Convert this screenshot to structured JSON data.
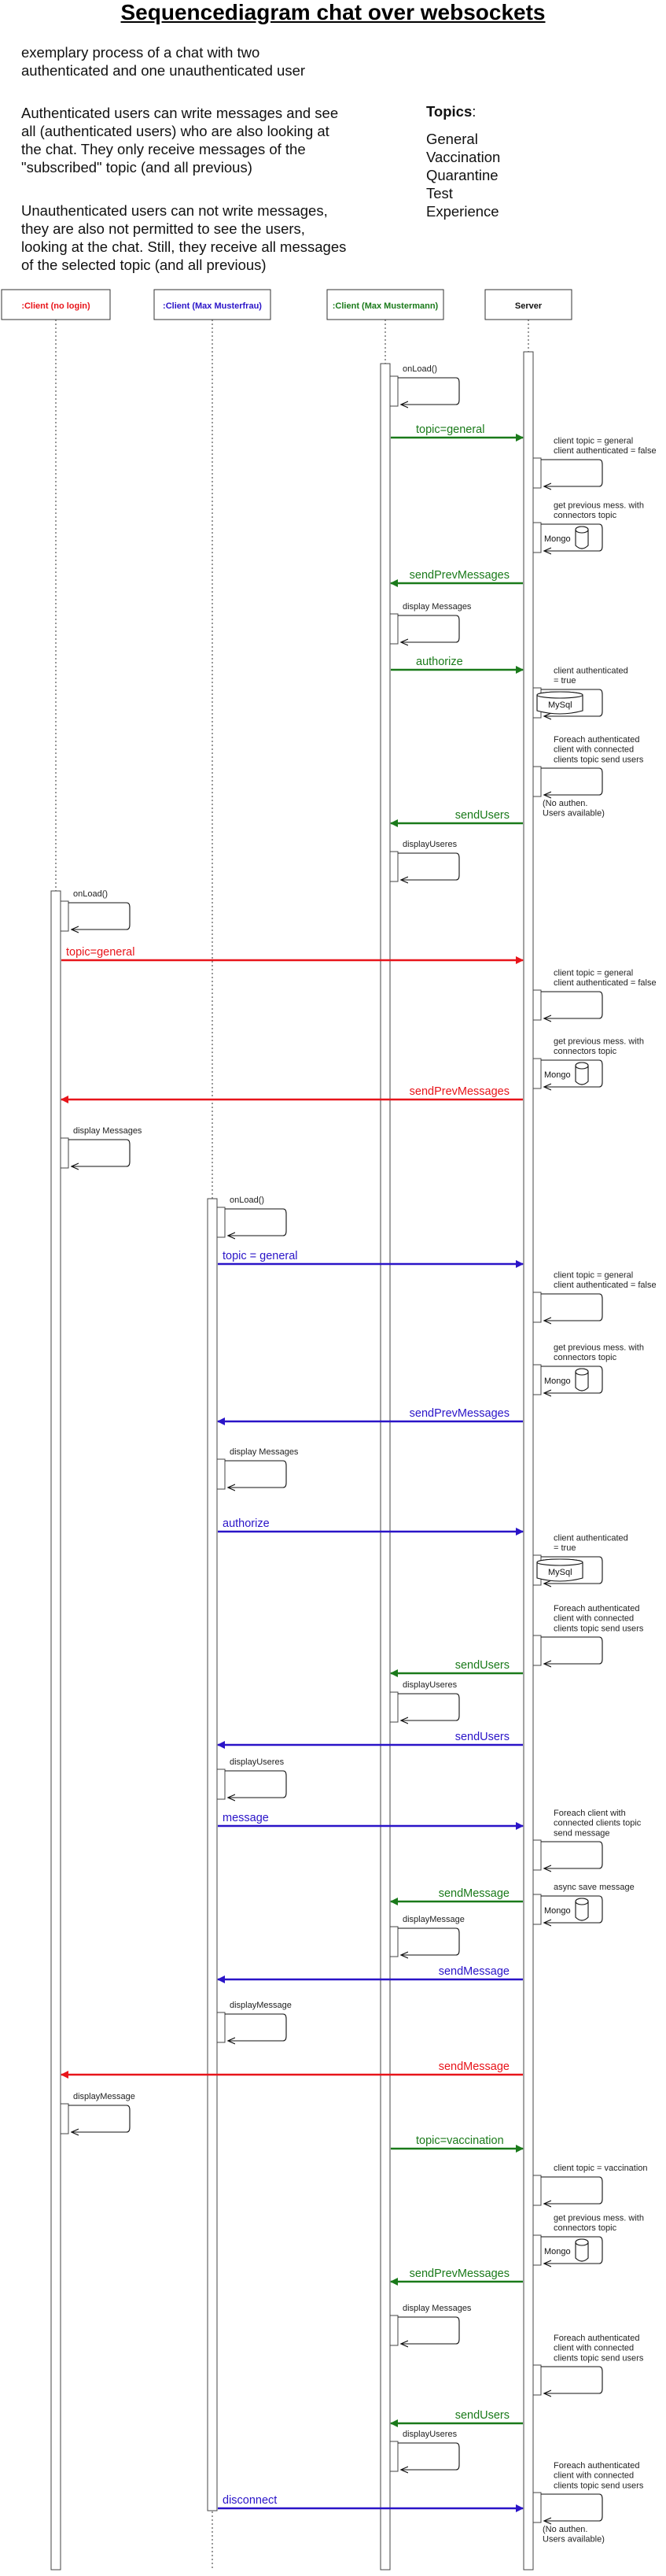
{
  "title": "Sequencediagram chat over websockets",
  "intro": {
    "p1": "exemplary process of a chat with two\nauthenticated and one unauthenticated user",
    "p2": "Authenticated users can write messages and see\nall (authenticated users) who are also looking at\nthe chat. They only receive messages of the\n\"subscribed\" topic (and all previous)",
    "p3": "Unauthenticated users can not write messages,\nthey are also not permitted to see the users,\nlooking at the chat. Still, they receive all messages\nof the selected topic (and all previous)"
  },
  "topics": {
    "heading": "Topics",
    "items": [
      "General",
      "Vaccination",
      "Quarantine",
      "Test",
      "Experience"
    ]
  },
  "colors": {
    "red": "#e8141a",
    "blue": "#2a14c8",
    "green": "#1a7a1a",
    "black": "#111111"
  },
  "participants": [
    {
      "id": "nologin",
      "label": ":Client (no login)",
      "color": "red"
    },
    {
      "id": "frau",
      "label": ":Client (Max Musterfrau)",
      "color": "blue"
    },
    {
      "id": "mann",
      "label": ":Client (Max Mustermann)",
      "color": "green"
    },
    {
      "id": "server",
      "label": "Server",
      "color": "black"
    }
  ],
  "messages": [
    {
      "from": "mann",
      "to": "server",
      "label": "topic=general",
      "color": "green",
      "row": 1
    },
    {
      "from": "server",
      "to": "mann",
      "label": "sendPrevMessages",
      "color": "green",
      "row": 2
    },
    {
      "from": "mann",
      "to": "server",
      "label": "authorize",
      "color": "green",
      "row": 3
    },
    {
      "from": "server",
      "to": "mann",
      "label": "sendUsers",
      "color": "green",
      "row": 4
    },
    {
      "from": "nologin",
      "to": "server",
      "label": "topic=general",
      "color": "red",
      "row": 5
    },
    {
      "from": "server",
      "to": "nologin",
      "label": "sendPrevMessages",
      "color": "red",
      "row": 6
    },
    {
      "from": "frau",
      "to": "server",
      "label": "topic = general",
      "color": "blue",
      "row": 7
    },
    {
      "from": "server",
      "to": "frau",
      "label": "sendPrevMessages",
      "color": "blue",
      "row": 8
    },
    {
      "from": "frau",
      "to": "server",
      "label": "authorize",
      "color": "blue",
      "row": 9
    },
    {
      "from": "server",
      "to": "mann",
      "label": "sendUsers",
      "color": "green",
      "row": 10
    },
    {
      "from": "server",
      "to": "frau",
      "label": "sendUsers",
      "color": "blue",
      "row": 11
    },
    {
      "from": "frau",
      "to": "server",
      "label": "message",
      "color": "blue",
      "row": 12
    },
    {
      "from": "server",
      "to": "mann",
      "label": "sendMessage",
      "color": "green",
      "row": 13
    },
    {
      "from": "server",
      "to": "frau",
      "label": "sendMessage",
      "color": "blue",
      "row": 14
    },
    {
      "from": "server",
      "to": "nologin",
      "label": "sendMessage",
      "color": "red",
      "row": 15
    },
    {
      "from": "mann",
      "to": "server",
      "label": "topic=vaccination",
      "color": "green",
      "row": 16
    },
    {
      "from": "server",
      "to": "mann",
      "label": "sendPrevMessages",
      "color": "green",
      "row": 17
    },
    {
      "from": "server",
      "to": "mann",
      "label": "sendUsers",
      "color": "green",
      "row": 18
    },
    {
      "from": "frau",
      "to": "server",
      "label": "disconnect",
      "color": "blue",
      "row": 19
    }
  ],
  "self_calls": [
    {
      "on": "mann",
      "label": "onLoad()",
      "row": 1
    },
    {
      "on": "server",
      "label": "client topic = general\nclient authenticated = false",
      "row": 2
    },
    {
      "on": "server",
      "label": "get previous mess. with\nconnectors topic",
      "row": 3,
      "db": "Mongo"
    },
    {
      "on": "mann",
      "label": "display Messages",
      "row": 4
    },
    {
      "on": "server",
      "label": "client authenticated\n= true",
      "row": 5,
      "db": "MySql"
    },
    {
      "on": "server",
      "label": "Foreach authenticated\nclient with connected\nclients topic send users",
      "row": 6,
      "note": "(No authen.\nUsers available)"
    },
    {
      "on": "mann",
      "label": "displayUseres",
      "row": 7
    },
    {
      "on": "nologin",
      "label": "onLoad()",
      "row": 8
    },
    {
      "on": "server",
      "label": "client topic = general\nclient authenticated = false",
      "row": 9
    },
    {
      "on": "server",
      "label": "get previous mess. with\nconnectors topic",
      "row": 10,
      "db": "Mongo"
    },
    {
      "on": "nologin",
      "label": "display Messages",
      "row": 11
    },
    {
      "on": "frau",
      "label": "onLoad()",
      "row": 12
    },
    {
      "on": "server",
      "label": "client topic = general\nclient authenticated = false",
      "row": 13
    },
    {
      "on": "server",
      "label": "get previous mess. with\nconnectors topic",
      "row": 14,
      "db": "Mongo"
    },
    {
      "on": "frau",
      "label": "display Messages",
      "row": 15
    },
    {
      "on": "server",
      "label": "client authenticated\n= true",
      "row": 16,
      "db": "MySql"
    },
    {
      "on": "server",
      "label": "Foreach authenticated\nclient with connected\nclients topic send users",
      "row": 17
    },
    {
      "on": "mann",
      "label": "displayUseres",
      "row": 18
    },
    {
      "on": "frau",
      "label": "displayUseres",
      "row": 19
    },
    {
      "on": "server",
      "label": "Foreach client with\nconnected clients topic\nsend message",
      "row": 20
    },
    {
      "on": "server",
      "label": "async save message",
      "row": 21,
      "db": "Mongo"
    },
    {
      "on": "mann",
      "label": "displayMessage",
      "row": 22
    },
    {
      "on": "frau",
      "label": "displayMessage",
      "row": 23
    },
    {
      "on": "nologin",
      "label": "displayMessage",
      "row": 24
    },
    {
      "on": "server",
      "label": "client topic = vaccination",
      "row": 25
    },
    {
      "on": "server",
      "label": "get previous mess. with\nconnectors topic",
      "row": 26,
      "db": "Mongo"
    },
    {
      "on": "mann",
      "label": "display Messages",
      "row": 27
    },
    {
      "on": "server",
      "label": "Foreach authenticated\nclient with connected\nclients topic send users",
      "row": 28
    },
    {
      "on": "mann",
      "label": "displayUseres",
      "row": 29
    },
    {
      "on": "server",
      "label": "Foreach authenticated\nclient with connected\nclients topic send users",
      "row": 30,
      "note": "(No authen.\nUsers available)"
    }
  ]
}
